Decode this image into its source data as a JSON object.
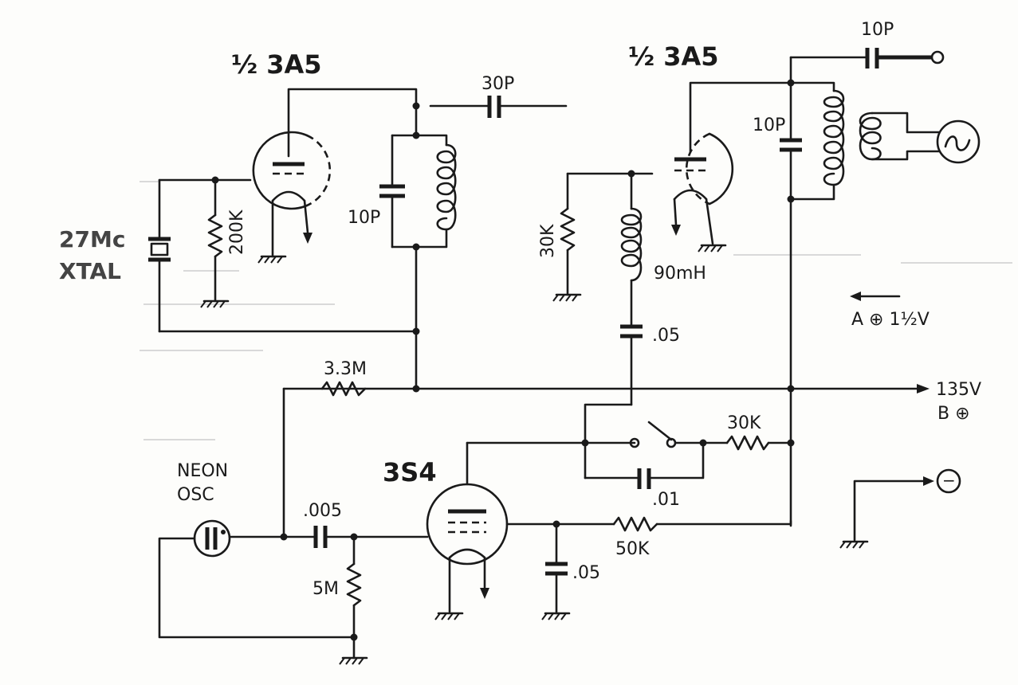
{
  "tubes": {
    "osc_tube": "½ 3A5",
    "amp_tube": "½ 3A5",
    "neon_driver": "3S4"
  },
  "crystal": {
    "frequency": "27Mc",
    "type": "XTAL"
  },
  "components": {
    "r_grid_osc": "200K",
    "c_tank_osc": "10P",
    "c_couple": "30P",
    "r_grid_amp": "30K",
    "choke": "90mH",
    "c_bypass_choke": ".05",
    "c_tank_amp": "10P",
    "c_out": "10P",
    "r_bias": "3.3M",
    "r_switch": "30K",
    "c_switch": ".01",
    "r_screen": "50K",
    "c_screen": ".05",
    "c_neon": ".005",
    "r_neon": "5M"
  },
  "neon": {
    "line1": "NEON",
    "line2": "OSC"
  },
  "supply": {
    "a_plus": "A ⊕ 1½V",
    "b_voltage": "135V",
    "b_plus": "B ⊕",
    "minus_sign": "−"
  }
}
